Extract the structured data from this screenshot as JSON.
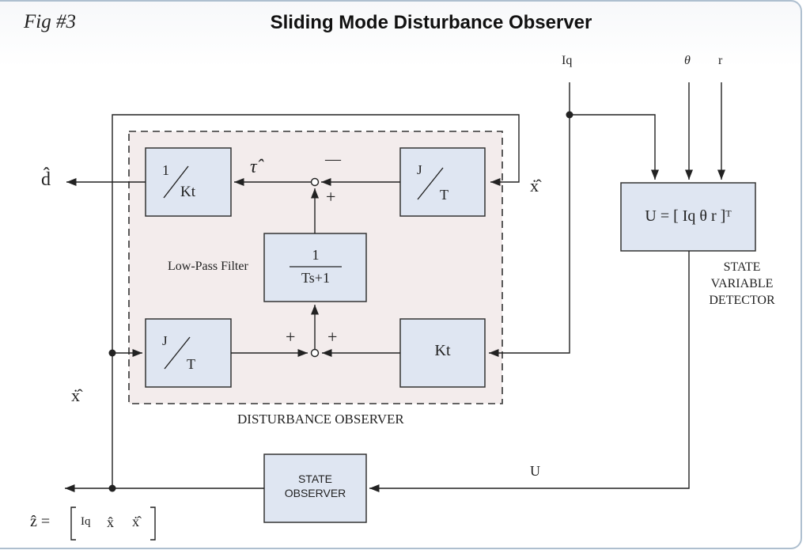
{
  "header": {
    "fig_label": "Fig #3",
    "title": "Sliding Mode Disturbance Observer"
  },
  "blocks": {
    "inv_kt": {
      "num": "1",
      "den": "Kt"
    },
    "j_over_t_top": {
      "num": "J",
      "den": "T"
    },
    "lowpass": {
      "caption": "Low-Pass Filter",
      "num": "1",
      "den": "Ts+1"
    },
    "j_over_t_bottom": {
      "num": "J",
      "den": "T"
    },
    "kt": {
      "label": "Kt"
    },
    "u_vector": {
      "label": "U = [ Iq  θ  r ]ᵀ"
    },
    "state_observer": {
      "line1": "STATE",
      "line2": "OBSERVER"
    }
  },
  "captions": {
    "disturbance_observer": "DISTURBANCE OBSERVER",
    "svd_line1": "STATE",
    "svd_line2": "VARIABLE",
    "svd_line3": "DETECTOR"
  },
  "signals": {
    "d_hat": "d̂",
    "tau_hat": "τ̂",
    "minus": "—",
    "plus": "+",
    "x_dot_hat": "ẋ̂",
    "iq": "Iq",
    "theta": "θ",
    "r": "r",
    "u": "U",
    "z_hat_eq": "ẑ =",
    "z_iq": "Iq",
    "z_x_hat": "x̂",
    "z_xdot_hat": "ẋ̂"
  }
}
